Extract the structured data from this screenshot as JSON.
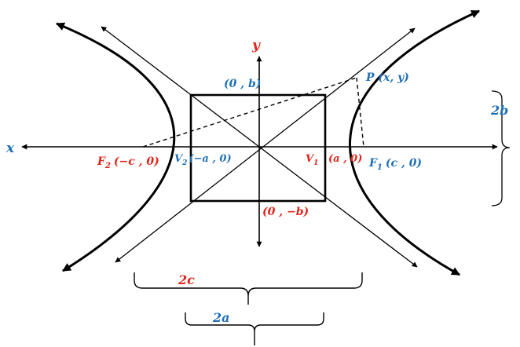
{
  "colors": {
    "red": "#e2231a",
    "blue": "#1f6fb5",
    "dark_blue": "#1f3a68",
    "line": "#000000"
  },
  "axes": {
    "x_label": "x",
    "y_label": "y"
  },
  "labels": {
    "top_vertex": "(0 , b)",
    "bottom_vertex": "(0 , −b)",
    "point_p": "P (x, y)",
    "f2_name": "F",
    "f2_sub": "2",
    "f2_coord": "(−c , 0)",
    "v2_name": "V",
    "v2_sub": "2",
    "v2_coord": "(−a  , 0)",
    "v1_name": "V",
    "v1_sub": "1",
    "v1_coord": "(a , 0)",
    "f1_name": "F",
    "f1_sub": "1",
    "f1_coord": "(c , 0)",
    "two_b": "2b",
    "two_c": "2c",
    "two_a": "2a"
  }
}
